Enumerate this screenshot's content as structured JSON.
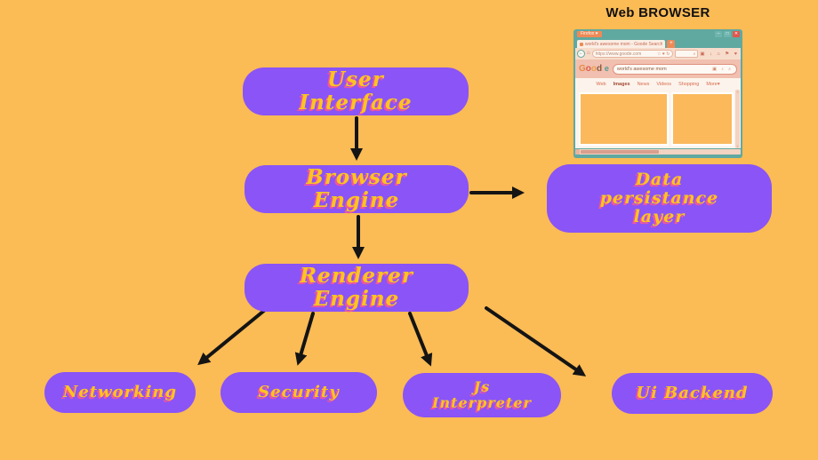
{
  "colors": {
    "background": "#FBBB55",
    "node_fill": "#8A54F7",
    "node_text": "#FFC41F",
    "node_text_shadow": "#F0569B",
    "arrow": "#141414",
    "browser_frame_teal": "#5FA9A1",
    "browser_accent_coral": "#EE8A57",
    "browser_close_red": "#E2574C",
    "browser_page_pink": "#F1C0B0"
  },
  "diagram": {
    "nodes": [
      {
        "id": "user-interface",
        "label": "User Interface",
        "lines": [
          "User",
          "Interface"
        ]
      },
      {
        "id": "browser-engine",
        "label": "Browser Engine",
        "lines": [
          "Browser",
          "Engine"
        ]
      },
      {
        "id": "renderer-engine",
        "label": "Renderer Engine",
        "lines": [
          "Renderer",
          "Engine"
        ]
      },
      {
        "id": "data-persistance-layer",
        "label": "Data persistance layer",
        "lines": [
          "Data",
          "persistance",
          "layer"
        ]
      },
      {
        "id": "networking",
        "label": "Networking",
        "lines": [
          "Networking"
        ]
      },
      {
        "id": "security",
        "label": "Security",
        "lines": [
          "Security"
        ]
      },
      {
        "id": "js-interpreter",
        "label": "Js Interpreter",
        "lines": [
          "Js",
          "Interpreter"
        ]
      },
      {
        "id": "ui-backend",
        "label": "Ui Backend",
        "lines": [
          "Ui Backend"
        ]
      }
    ],
    "edges": [
      {
        "from": "user-interface",
        "to": "browser-engine"
      },
      {
        "from": "browser-engine",
        "to": "renderer-engine"
      },
      {
        "from": "browser-engine",
        "to": "data-persistance-layer"
      },
      {
        "from": "renderer-engine",
        "to": "networking"
      },
      {
        "from": "renderer-engine",
        "to": "security"
      },
      {
        "from": "renderer-engine",
        "to": "js-interpreter"
      },
      {
        "from": "renderer-engine",
        "to": "ui-backend"
      }
    ]
  },
  "browser_preview": {
    "heading": "Web BROWSER",
    "window_title": "Firefox ♥",
    "controls": {
      "minimize": "–",
      "maximize": "□",
      "close": "✕"
    },
    "tab_title": "world's awesome mom - Goode Search",
    "new_tab_label": "+",
    "toolbar": {
      "back_icon": "←",
      "home_icon": "⌂",
      "url": "https://www.goode.com",
      "url_icons": "☆ ♥ ↻",
      "search_box_icon": "⌕",
      "cluster_icons": "▣ ↓ ⌂ ⚑ ♥"
    },
    "logo": {
      "letters": [
        "G",
        "o",
        "o",
        "d"
      ],
      "suffix": "e"
    },
    "search_value": "world's awesome mom",
    "pill_icons": "▣ ♪ ⌕",
    "nav": [
      "Web",
      "Images",
      "News",
      "Videos",
      "Shopping",
      "More▾"
    ]
  }
}
